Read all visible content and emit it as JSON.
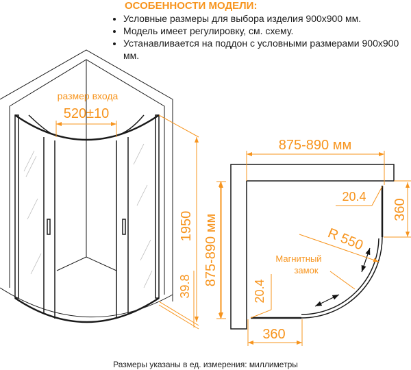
{
  "features": {
    "title": "ОСОБЕННОСТИ МОДЕЛИ:",
    "items": [
      "Условные размеры для выбора изделия 900х900 мм.",
      "Модель имеет регулировку, см. схему.",
      "Устанавливается на поддон с условными размерами 900х900 мм."
    ]
  },
  "front_view": {
    "entry_label": "размер входа",
    "entry_size": "520±10",
    "height": "1950",
    "width": "875-890 мм",
    "tray_offset": "39.8"
  },
  "plan_view": {
    "width": "875-890 мм",
    "top_gap": "20.4",
    "side_fixed": "360",
    "radius": "R 550",
    "magnet_label_1": "Магнитный",
    "magnet_label_2": "замок",
    "left_gap": "20.4",
    "bottom_fixed": "360"
  },
  "footer": "Размеры указаны в ед. измерения: миллиметры",
  "colors": {
    "accent": "#f7941d",
    "line": "#1a1a1a"
  }
}
